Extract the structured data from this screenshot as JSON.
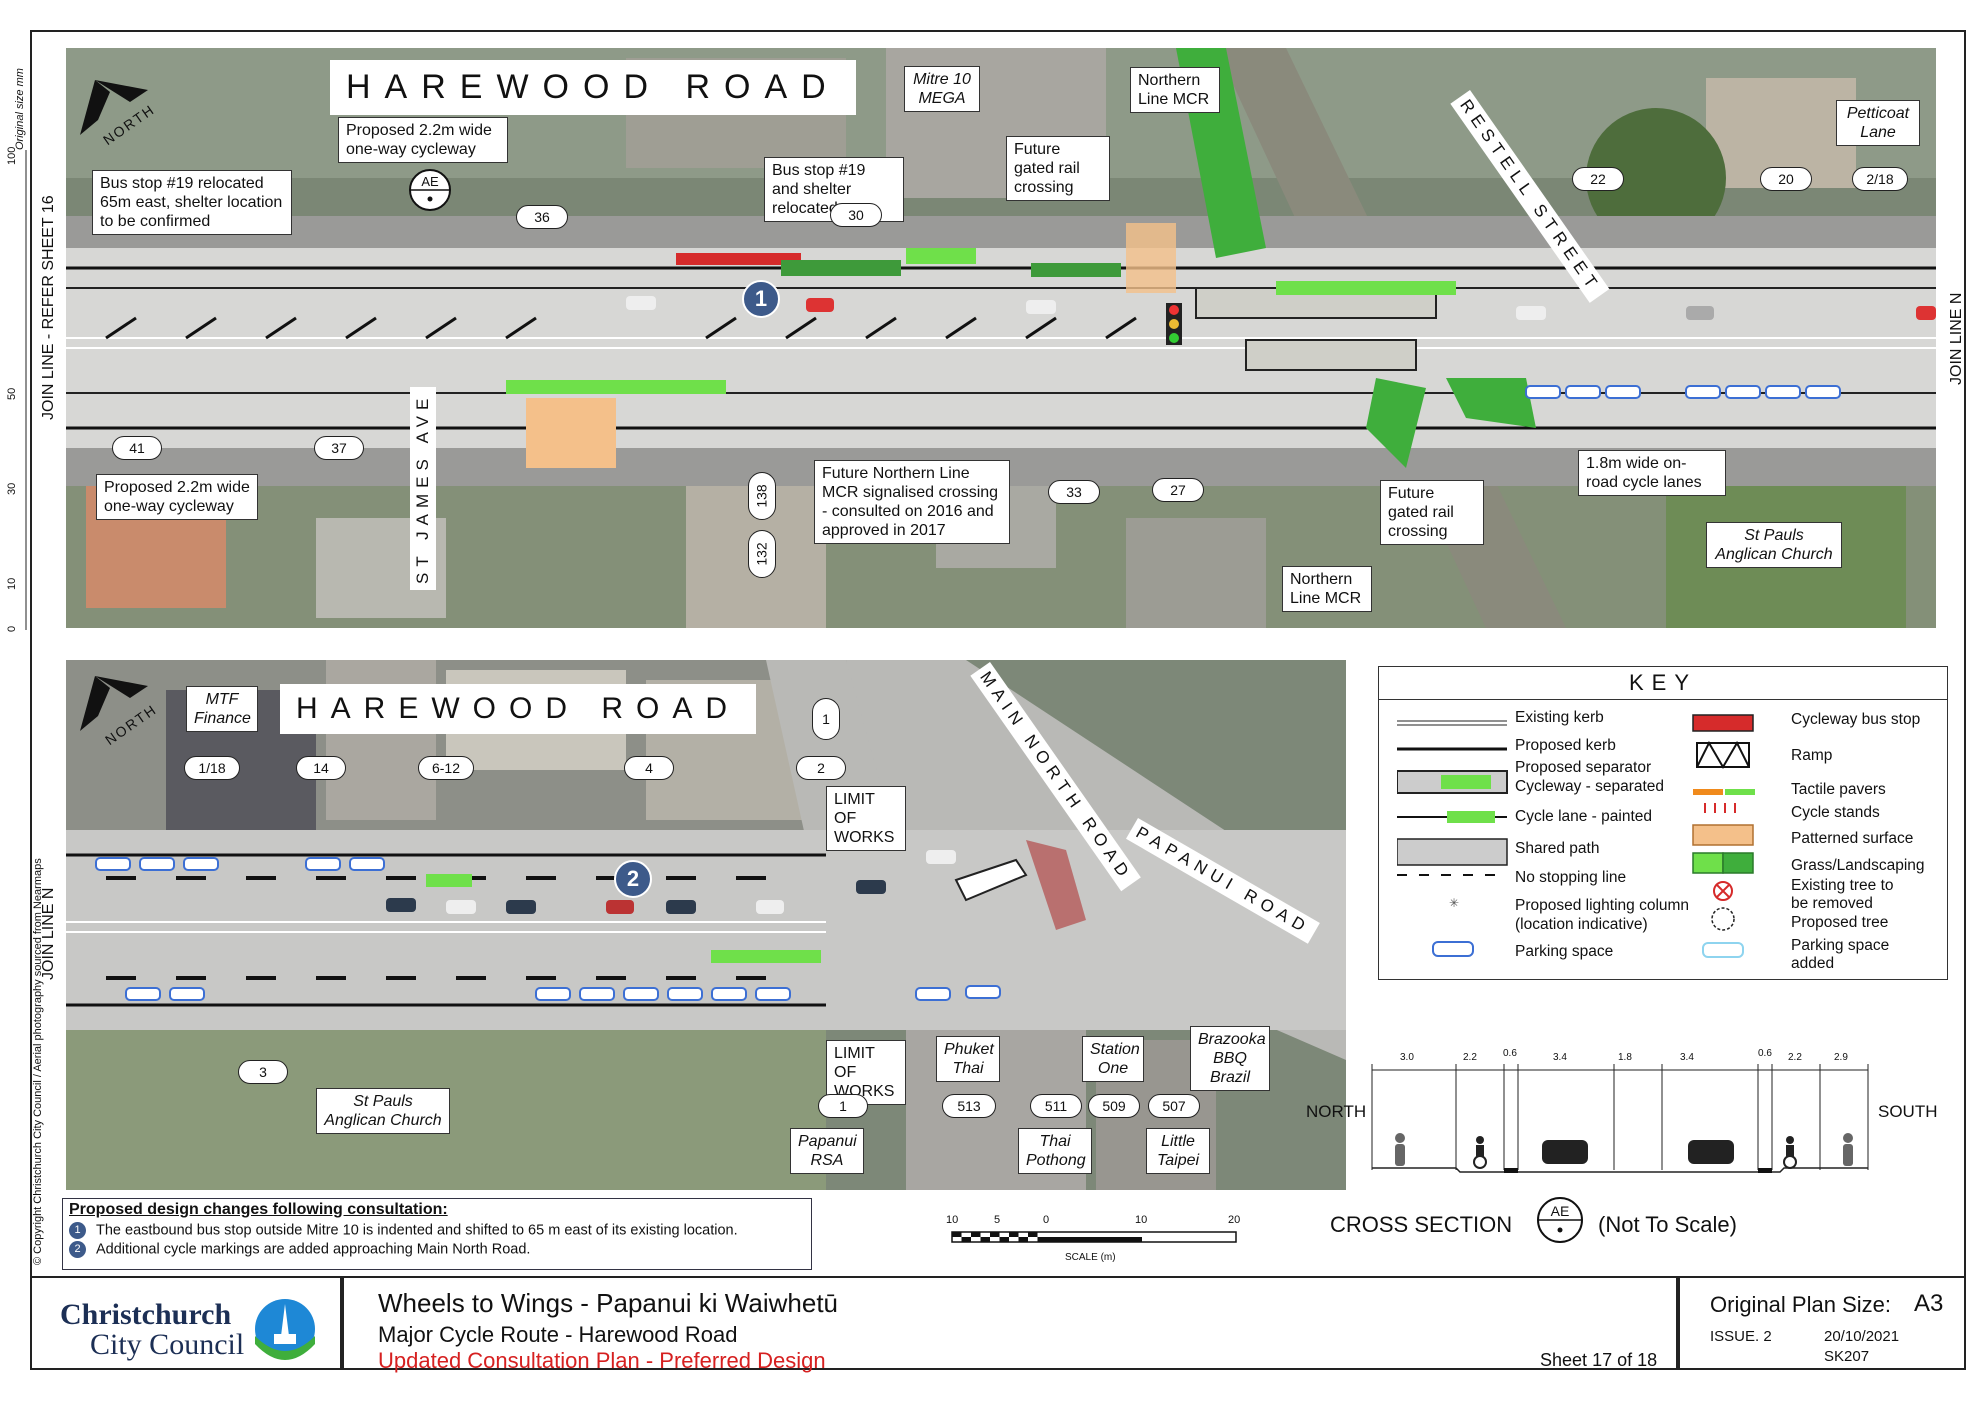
{
  "top_plan": {
    "road_title": "HAREWOOD ROAD",
    "north": "NORTH",
    "join_left": "JOIN LINE - REFER SHEET 16",
    "join_right": "JOIN LINE N",
    "section_marker": "AE",
    "callouts": {
      "cycleway_north": "Proposed 2.2m wide one-way cycleway",
      "bus_stop_east": "Bus stop #19 relocated 65m east, shelter location to be confirmed",
      "bus_stop_shelter": "Bus stop #19 and shelter relocated",
      "gated_top": "Future gated rail crossing",
      "northern_mcr_top": "Northern Line MCR",
      "cycleway_south": "Proposed 2.2m wide one-way cycleway",
      "future_mcr": "Future Northern Line MCR signalised crossing - consulted on 2016 and approved in 2017",
      "gated_bottom": "Future gated rail crossing",
      "northern_mcr_bottom": "Northern Line MCR",
      "onroad_lanes": "1.8m wide on-road cycle lanes"
    },
    "businesses": {
      "mitre10": "Mitre 10 MEGA",
      "petticoat": "Petticoat Lane",
      "st_pauls": "St Pauls Anglican Church"
    },
    "streets": {
      "restell": "RESTELL STREET",
      "st_james": "ST JAMES AVE"
    },
    "addresses": [
      "36",
      "30",
      "22",
      "20",
      "2/18",
      "41",
      "37",
      "138",
      "132",
      "33",
      "27"
    ],
    "marker": "1"
  },
  "bottom_plan": {
    "road_title": "HAREWOOD ROAD",
    "north": "NORTH",
    "join_left": "JOIN LINE N",
    "streets": {
      "main_north": "MAIN NORTH ROAD",
      "papanui": "PAPANUI ROAD"
    },
    "limit_top": "LIMIT OF WORKS",
    "limit_bottom": "LIMIT OF WORKS",
    "businesses": {
      "mtf": "MTF Finance",
      "phuket": "Phuket Thai",
      "station": "Station One",
      "brazooka": "Brazooka BBQ Brazil",
      "st_pauls": "St Pauls Anglican Church",
      "papanui_rsa": "Papanui RSA",
      "thai_pothong": "Thai Pothong",
      "little_taipei": "Little Taipei"
    },
    "addresses_top": [
      "1/18",
      "14",
      "6-12",
      "4",
      "2",
      "1"
    ],
    "addresses_bottom": [
      "3",
      "1",
      "513",
      "511",
      "509",
      "507"
    ],
    "marker": "2"
  },
  "side_notes": {
    "original_size": "Original size mm",
    "ruler": [
      "100",
      "50",
      "30",
      "10",
      "0"
    ],
    "copyright": "© Copyright Christchurch City Council  /  Aerial photography sourced from Nearmaps"
  },
  "key": {
    "title": "KEY",
    "left": [
      "Existing kerb",
      "Proposed kerb",
      "Proposed separator",
      "Cycleway - separated",
      "Cycle lane - painted",
      "Shared path",
      "No stopping line",
      "Proposed lighting column",
      "(location indicative)",
      "Parking space"
    ],
    "right": [
      "Cycleway bus stop",
      "Ramp",
      "Tactile pavers",
      "Cycle stands",
      "Patterned surface",
      "Grass/Landscaping",
      "Existing tree to",
      "be removed",
      "Proposed tree",
      "Parking space",
      "added"
    ],
    "colors": {
      "bus_stop": "#d62b2b",
      "cycle_green": "#6fe04a",
      "tactile_orange": "#f08a1c",
      "patterned": "#f4c08a",
      "parking_blue": "#3c6fd4",
      "parking_added": "#8ed4ef"
    }
  },
  "cross_section": {
    "dims": [
      "3.0",
      "2.2",
      "0.6",
      "3.4",
      "1.8",
      "3.4",
      "0.6",
      "2.2",
      "2.9"
    ],
    "north": "NORTH",
    "south": "SOUTH",
    "label": "CROSS SECTION",
    "marker": "AE",
    "nts": "(Not To Scale)"
  },
  "scale_bar": {
    "ticks": [
      "10",
      "5",
      "0",
      "10",
      "20"
    ],
    "label": "SCALE (m)"
  },
  "notes": {
    "title": "Proposed design changes following consultation:",
    "items": [
      {
        "n": "1",
        "text": "The eastbound bus stop outside Mitre 10 is indented and shifted to 65 m east of its existing location."
      },
      {
        "n": "2",
        "text": "Additional cycle markings are added approaching Main North Road."
      }
    ]
  },
  "title_block": {
    "council_line1": "Christchurch",
    "council_line2": "City Council",
    "project": "Wheels to Wings - Papanui ki Waiwhetū",
    "route": "Major Cycle Route - Harewood Road",
    "status": "Updated Consultation Plan - Preferred Design",
    "sheet_label": "Sheet",
    "sheet_no": "17",
    "sheet_of": "of",
    "sheet_total": "18",
    "plan_size_label": "Original Plan Size:",
    "plan_size": "A3",
    "issue": "ISSUE. 2",
    "date": "20/10/2021",
    "drawing_no": "SK207"
  }
}
